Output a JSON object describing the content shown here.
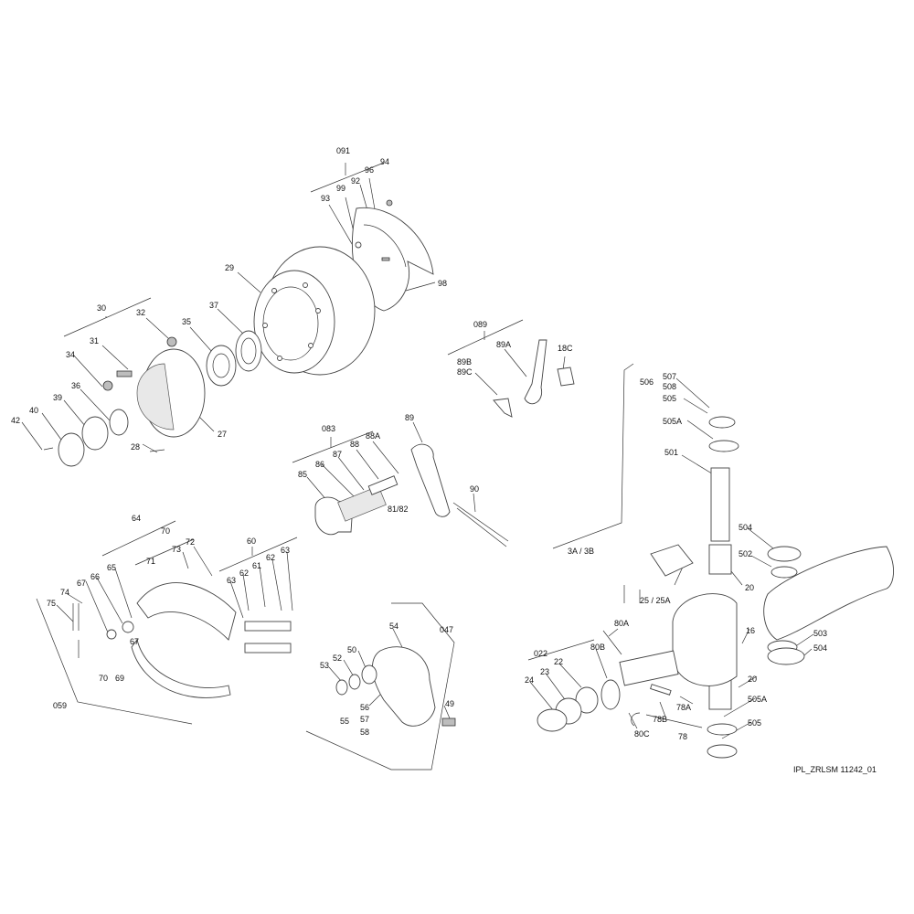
{
  "drawing_ref": "IPL_ZRLSM 11242_01",
  "callouts": [
    "091",
    "94",
    "96",
    "92",
    "99",
    "93",
    "98",
    "29",
    "30",
    "32",
    "37",
    "35",
    "31",
    "34",
    "36",
    "39",
    "40",
    "42",
    "27",
    "28",
    "089",
    "89A",
    "18C",
    "89B",
    "89C",
    "083",
    "88A",
    "88",
    "87",
    "86",
    "85",
    "81/82",
    "89",
    "90",
    "506",
    "507",
    "508",
    "505",
    "505A",
    "501",
    "504",
    "502",
    "503",
    "504",
    "3A / 3B",
    "25 / 25A",
    "20",
    "16",
    "80A",
    "80B",
    "022",
    "22",
    "23",
    "24",
    "80C",
    "78A",
    "78B",
    "78",
    "20",
    "505A",
    "505",
    "64",
    "70",
    "71",
    "73",
    "72",
    "65",
    "66",
    "67",
    "74",
    "75",
    "67",
    "70",
    "69",
    "60",
    "62",
    "61",
    "62",
    "63",
    "63",
    "059",
    "54",
    "047",
    "50",
    "52",
    "53",
    "56",
    "57",
    "55",
    "58",
    "49"
  ]
}
